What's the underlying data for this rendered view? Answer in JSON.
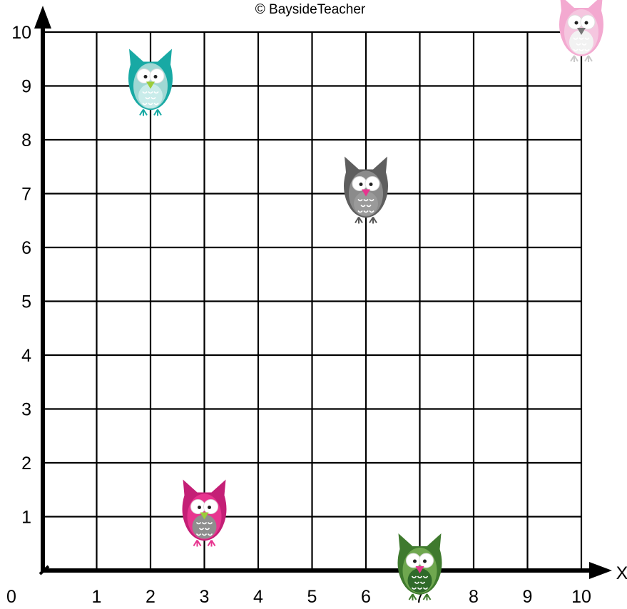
{
  "credit": "© BaysideTeacher",
  "chart_data": {
    "type": "scatter",
    "title": "",
    "xlabel": "X",
    "ylabel": "",
    "xlim": [
      0,
      10
    ],
    "ylim": [
      0,
      10
    ],
    "grid": true,
    "origin_label": "0",
    "x_ticks": [
      "1",
      "2",
      "3",
      "4",
      "5",
      "6",
      "7",
      "8",
      "9",
      "10"
    ],
    "y_ticks": [
      "1",
      "2",
      "3",
      "4",
      "5",
      "6",
      "7",
      "8",
      "9",
      "10"
    ],
    "points": [
      {
        "x": 2,
        "y": 9,
        "owl": "teal-owl",
        "body": "#9fd8d4",
        "wing": "#18a9a4",
        "belly": "#c9ecea",
        "beak": "#9ccc3a",
        "feet": "#18a9a4"
      },
      {
        "x": 6,
        "y": 7,
        "owl": "gray-owl",
        "body": "#8b8b8b",
        "wing": "#5e5e5e",
        "belly": "#9a9a9a",
        "beak": "#e7358f",
        "feet": "#555555"
      },
      {
        "x": 10,
        "y": 10,
        "owl": "pink-owl",
        "body": "#f5c6df",
        "wing": "#f3a9d0",
        "belly": "#f2f2f2",
        "beak": "#777777",
        "feet": "#c9c9c9"
      },
      {
        "x": 3,
        "y": 1,
        "owl": "magenta-owl",
        "body": "#e7358f",
        "wing": "#c41f76",
        "belly": "#8e8e8e",
        "beak": "#9ccc3a",
        "feet": "#e7358f"
      },
      {
        "x": 7,
        "y": 0,
        "owl": "green-owl",
        "body": "#6fa74f",
        "wing": "#3f7a2e",
        "belly": "#2f6a2a",
        "beak": "#e7358f",
        "feet": "#3f7a2e"
      }
    ]
  }
}
